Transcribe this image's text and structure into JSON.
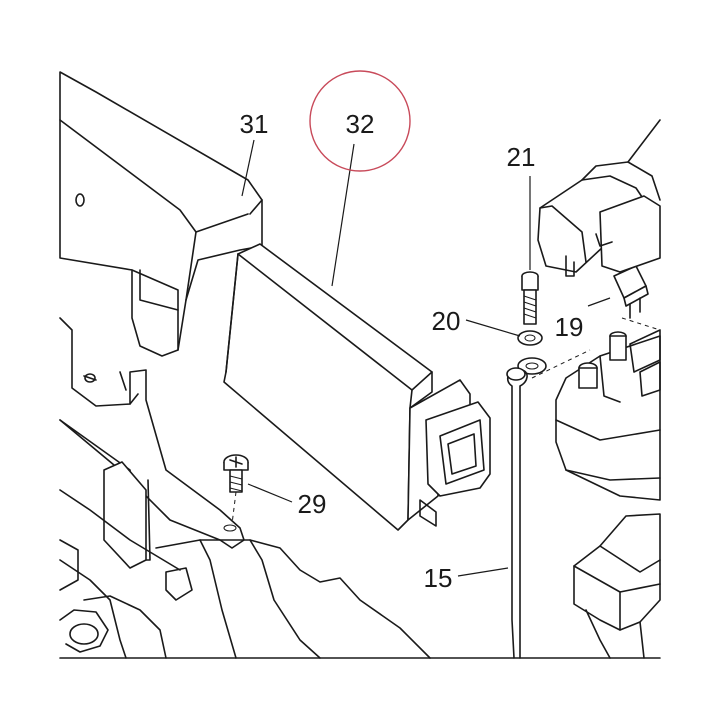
{
  "parts": {
    "p31": "31",
    "p32": "32",
    "p21": "21",
    "p20": "20",
    "p19": "19",
    "p29": "29",
    "p15": "15"
  },
  "highlight": {
    "target": "32",
    "color": "#c84a5a"
  },
  "colors": {
    "line": "#1a1a1a",
    "background": "#ffffff"
  }
}
